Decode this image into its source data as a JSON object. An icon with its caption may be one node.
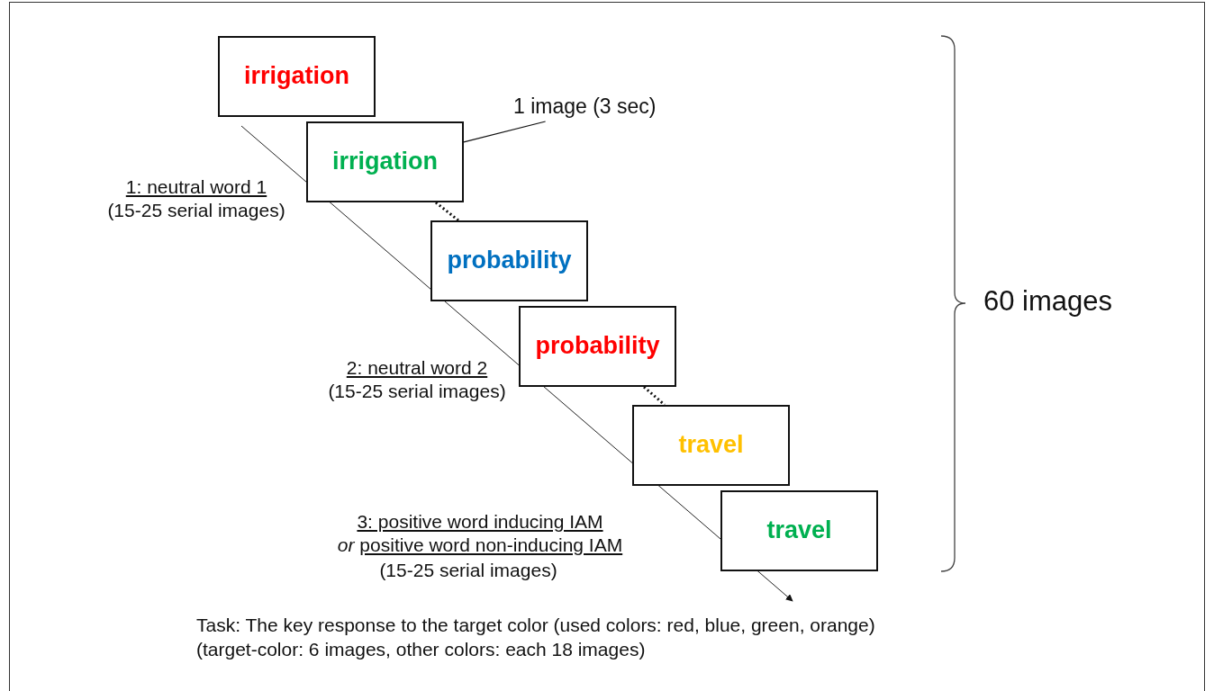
{
  "diagram": {
    "nodes": [
      {
        "text": [
          "irrigation"
        ]
      },
      {
        "text": [
          "irrigation"
        ]
      },
      {
        "text": [
          "probability"
        ]
      },
      {
        "text": [
          "probability"
        ]
      },
      {
        "text": [
          "travel"
        ]
      },
      {
        "text": [
          "travel"
        ]
      },
      {
        "text": [
          "1 image (3 sec)"
        ]
      }
    ],
    "edges": [
      {
        "from": 6,
        "to": 1,
        "arrow": "none"
      },
      {
        "from": 1,
        "to": 2,
        "arrow": "none",
        "style": "dashed"
      },
      {
        "from": 3,
        "to": 4,
        "arrow": "none",
        "style": "dashed"
      }
    ],
    "labels": [
      "1: neutral word 1",
      "(15-25 serial images)",
      "2: neutral word 2",
      "(15-25 serial images)",
      "3: positive word inducing IAM",
      "*or* positive word non-inducing IAM",
      "(15-25 serial images)",
      "60 images",
      "Task: The key response to the target color (used colors: red, blue, green, orange)",
      "(target-color: 6 images, other colors: each 18 images)"
    ]
  }
}
